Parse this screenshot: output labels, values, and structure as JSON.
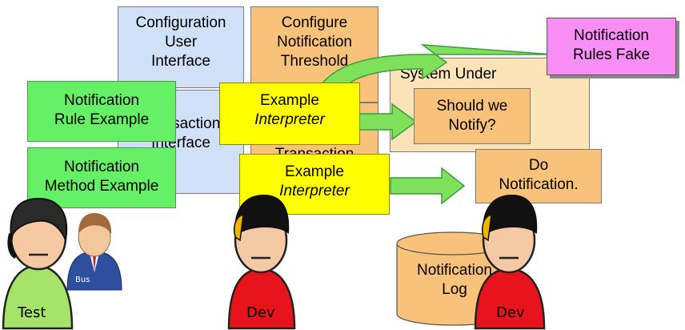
{
  "boxes": {
    "config_ui": [
      "Configuration",
      "User",
      "Interface"
    ],
    "config_notif": [
      "Configure",
      "Notification",
      "Threshold"
    ],
    "transaction_iface": [
      "Transaction",
      "Interface"
    ],
    "transaction_orange": [
      "Transaction"
    ],
    "sut": "System Under",
    "rules_fake": [
      "Notification",
      "Rules Fake"
    ],
    "rule_example": [
      "Notification",
      "Rule Example"
    ],
    "method_example": [
      "Notification",
      "Method Example"
    ],
    "interp1": [
      "Example",
      "Interpreter"
    ],
    "interp2": [
      "Example",
      "Interpreter"
    ],
    "should_notify": [
      "Should we",
      "Notify?"
    ],
    "do_notification": [
      "Do",
      "Notification."
    ],
    "notif_log": [
      "Notification",
      "Log"
    ]
  },
  "people": {
    "test_label": "Test",
    "dev1_label": "Dev",
    "dev2_label": "Dev",
    "bus_label": "Bus"
  },
  "colors": {
    "blue": "#cfe0f7",
    "orange": "#f9c27a",
    "green": "#66f066",
    "yellow": "#ffff00",
    "pink": "#f98ff5",
    "dev_shirt": "#e8141c",
    "test_shirt": "#a6e36b"
  }
}
